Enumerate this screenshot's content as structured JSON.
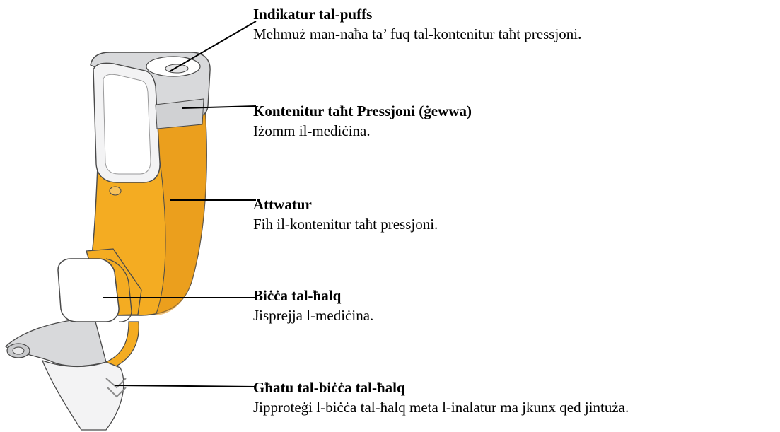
{
  "colors": {
    "body": "#F4AC22",
    "body_dark": "#E3961A",
    "cap": "#D8D9DB",
    "cap_light": "#F3F3F4",
    "outline": "#4A4A4A",
    "line": "#000000"
  },
  "labels": [
    {
      "title": "Indikatur tal-puffs",
      "desc": "Mehmuż man-naħa ta’ fuq tal-kontenitur taħt pressjoni."
    },
    {
      "title": "Kontenitur taħt Pressjoni (ġewwa)",
      "desc": "Iżomm il-mediċina."
    },
    {
      "title": "Attwatur",
      "desc": "Fih il-kontenitur taħt pressjoni."
    },
    {
      "title": "Biċċa tal-ħalq",
      "desc": "Jisprejja l-mediċina."
    },
    {
      "title": "Għatu tal-biċċa tal-ħalq",
      "desc": "Jipproteġi l-biċċa tal-ħalq meta l-inalatur ma jkunx qed jintuża."
    }
  ]
}
